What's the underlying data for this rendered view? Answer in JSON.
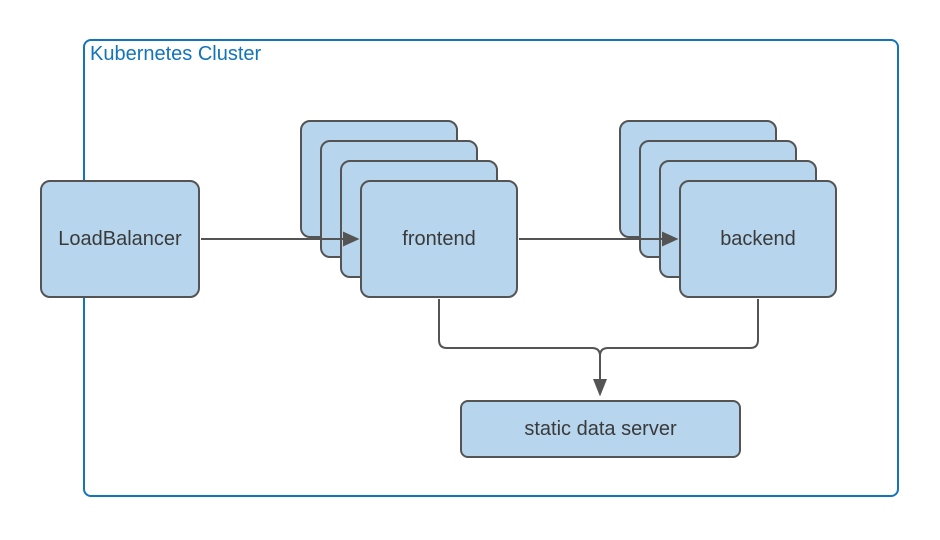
{
  "diagram": {
    "cluster": {
      "label": "Kubernetes Cluster"
    },
    "nodes": {
      "load_balancer": {
        "label": "LoadBalancer"
      },
      "frontend": {
        "label": "frontend",
        "replicas": 4
      },
      "backend": {
        "label": "backend",
        "replicas": 4
      },
      "static_data_server": {
        "label": "static data server"
      }
    },
    "edges": [
      {
        "from": "LoadBalancer",
        "to": "frontend",
        "arrow": true
      },
      {
        "from": "frontend",
        "to": "backend",
        "arrow": true
      },
      {
        "from": "frontend",
        "to": "static data server",
        "arrow": true,
        "merged": true
      },
      {
        "from": "backend",
        "to": "static data server",
        "arrow": true,
        "merged": true
      }
    ],
    "colors": {
      "background": "#ffffff",
      "cluster_border": "#1274b9",
      "cluster_label": "#1274b9",
      "node_fill": "#b7d6ee",
      "node_border": "#545454",
      "node_label": "#3a3a3a",
      "connector": "#545454"
    }
  }
}
